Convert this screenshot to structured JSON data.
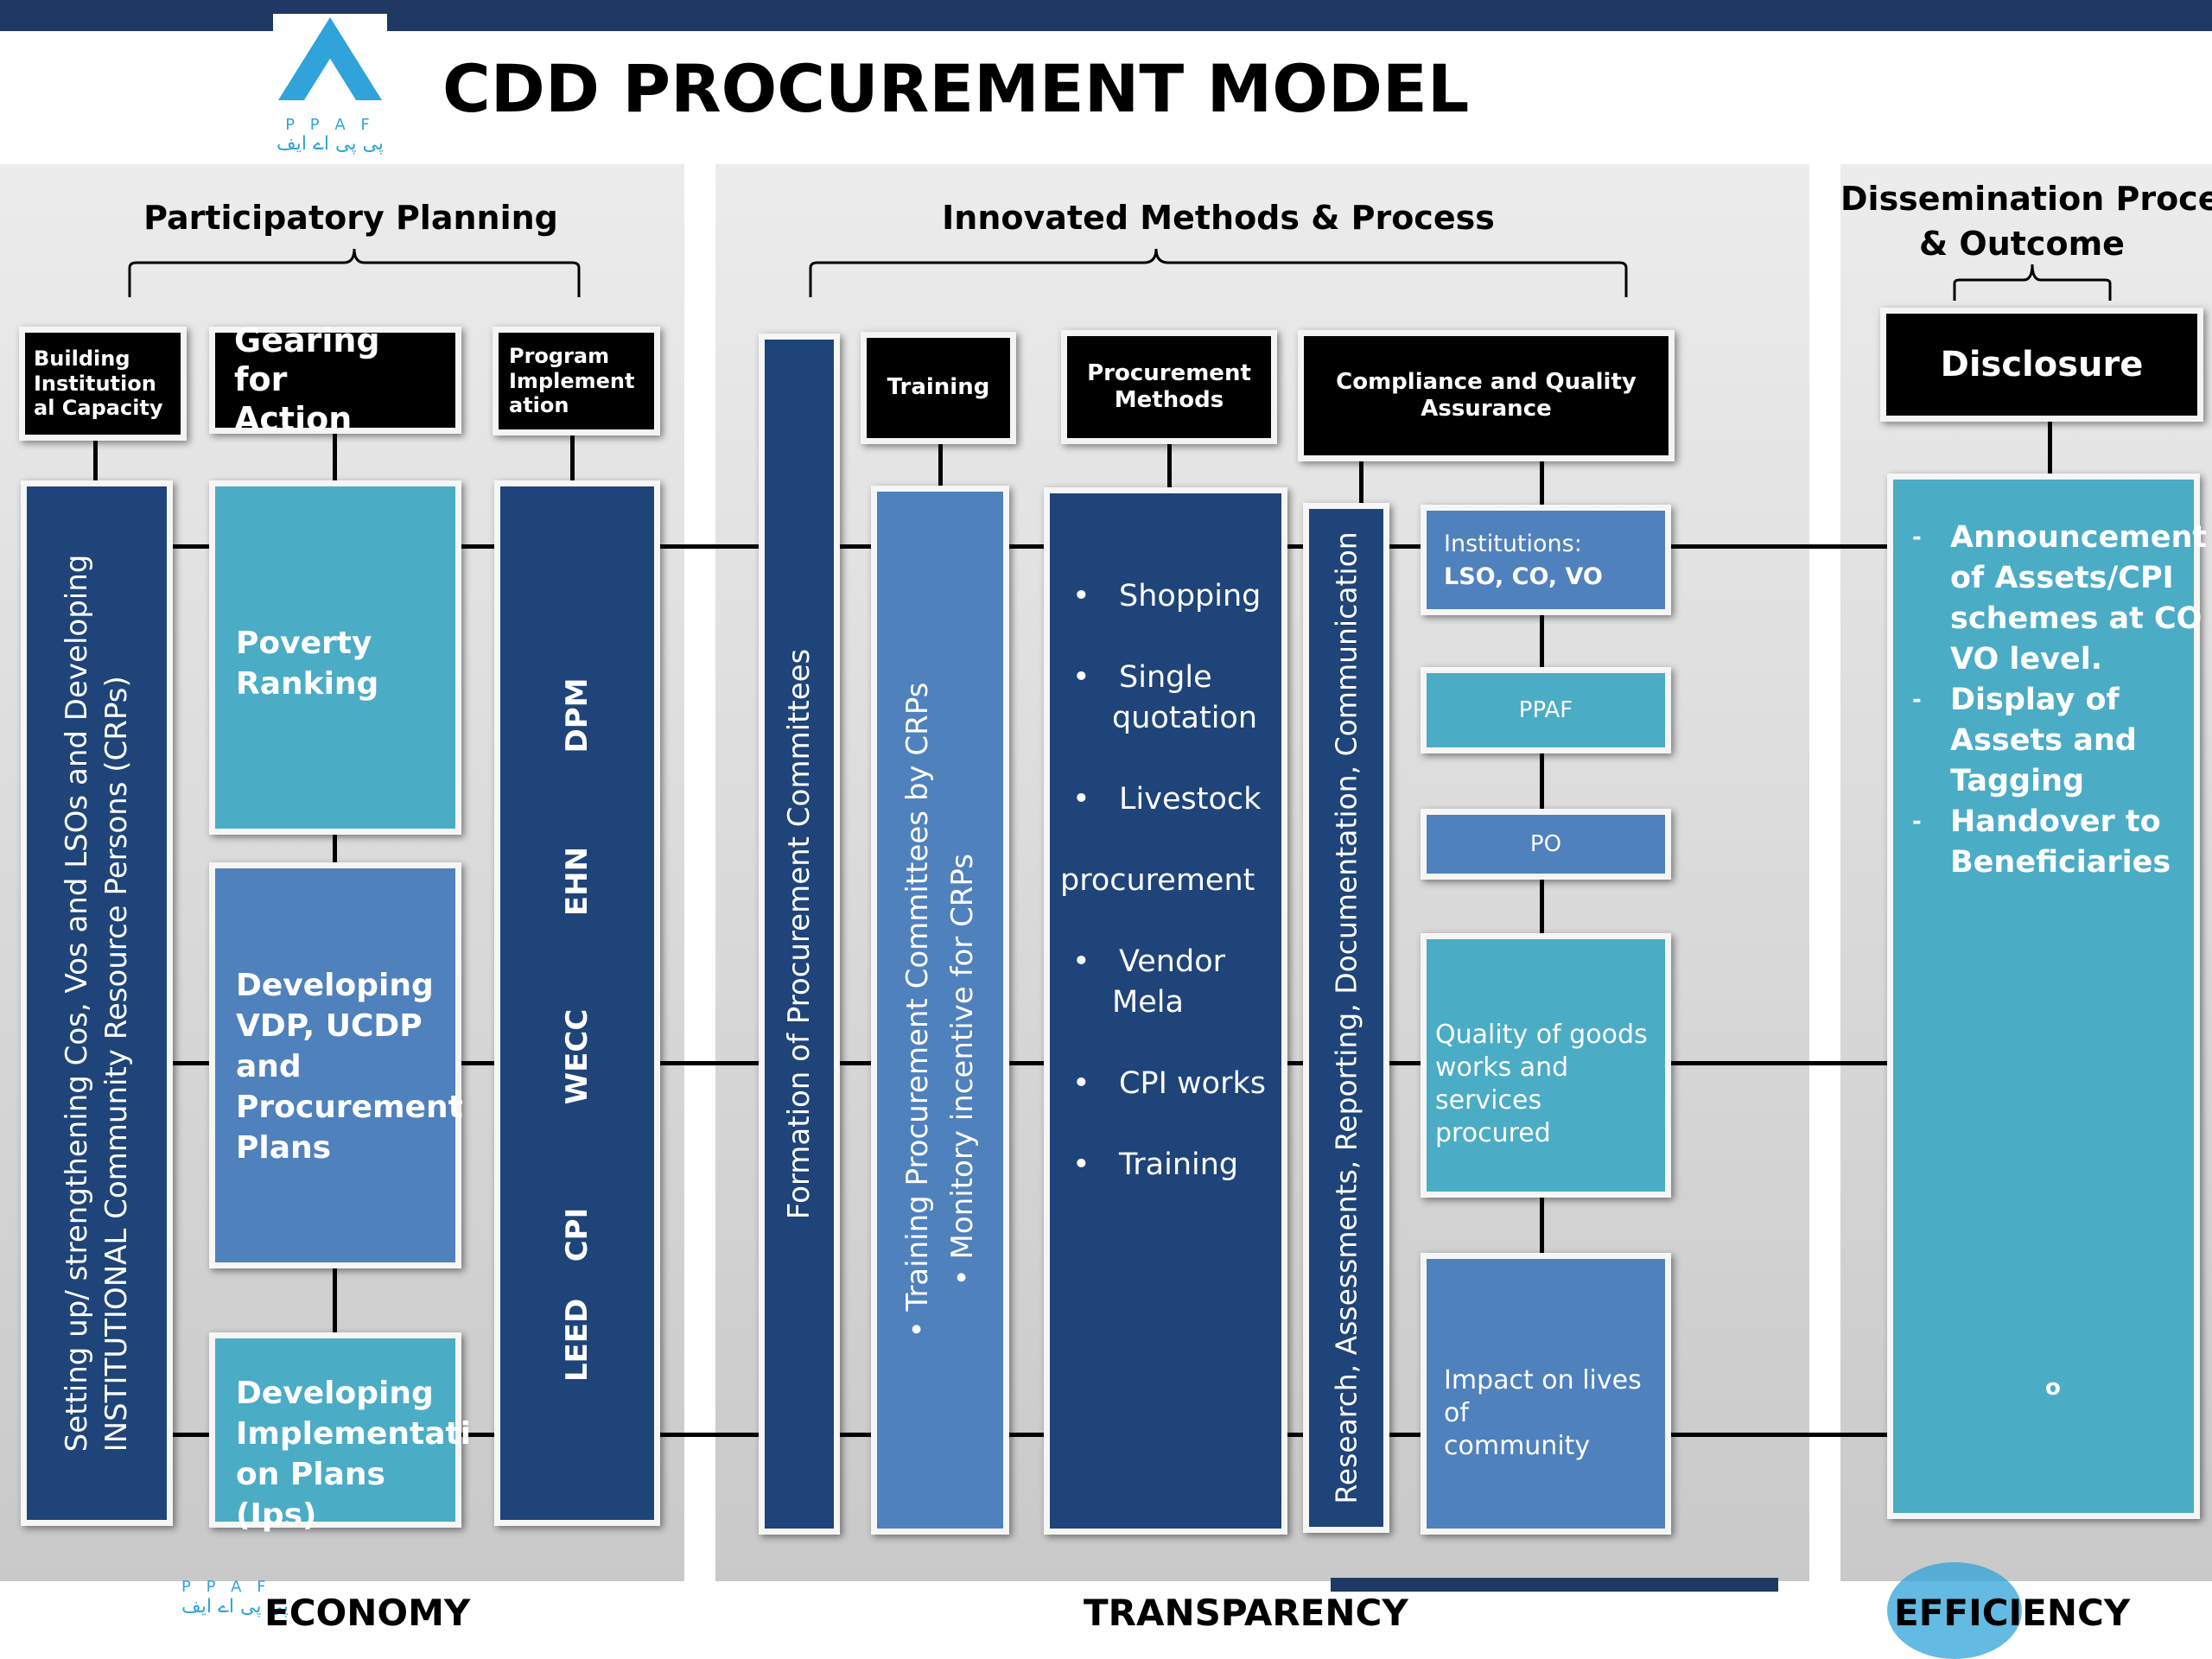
{
  "title": "CDD PROCUREMENT MODEL",
  "logo": {
    "letters": "P P A F",
    "urdu": "پی پی اے ایف"
  },
  "sections": {
    "planning": "Participatory Planning",
    "innovated": "Innovated Methods & Process",
    "dissemination_line1": "Dissemination Process",
    "dissemination_line2": "& Outcome"
  },
  "headers": {
    "building": [
      "Building",
      "Institution",
      "al Capacity"
    ],
    "gearing": [
      "Gearing for",
      "Action"
    ],
    "program": [
      "Program",
      "Implement",
      "ation"
    ],
    "training": "Training",
    "procurement": [
      "Procurement",
      "Methods"
    ],
    "compliance": [
      "Compliance and Quality",
      "Assurance"
    ],
    "disclosure": "Disclosure"
  },
  "columns": {
    "setting_up": [
      "Setting up/ strengthening Cos, Vos and LSOs  and Developing",
      "INSTITUTIONAL  Community Resource Persons (CRPs)"
    ],
    "poverty_ranking": [
      "Poverty",
      "Ranking"
    ],
    "developing_vdp": [
      "Developing",
      "VDP, UCDP",
      "and",
      "Procurement",
      "Plans"
    ],
    "developing_impl": [
      "Developing",
      "Implementati",
      "on Plans (Ips)"
    ],
    "programs": [
      "DPM",
      "EHN",
      "WECC",
      "CPI",
      "LEED"
    ],
    "formation": "Formation of Procurement Committees",
    "training_items": [
      "Training Procurement Committees by CRPs",
      "Monitory incentive for CRPs"
    ],
    "procurement_items": [
      "Shopping",
      "Single quotation",
      "Livestock",
      "procurement",
      "Vendor Mela",
      "CPI works",
      "Training"
    ],
    "research": "Research, Assessments, Reporting, Documentation, Communication",
    "institutions": [
      "Institutions:",
      "LSO, CO, VO"
    ],
    "ppaf": "PPAF",
    "po": "PO",
    "quality": [
      "Quality of goods",
      "works and services",
      "procured"
    ],
    "impact": [
      "Impact on lives of",
      "community"
    ],
    "disclosure_items": [
      "Announcement of Assets/CPI schemes at CO VO level.",
      "Display of Assets and Tagging",
      "Handover to Beneficiaries"
    ],
    "disclosure_dash": "-",
    "disclosure_circle": "o"
  },
  "footer": {
    "economy": "ECONOMY",
    "transparency": "TRANSPARENCY",
    "efficiency": "EFFICIENCY"
  },
  "colors": {
    "dark_blue": "#1e4479",
    "mid_blue": "#4f81bd",
    "teal": "#4bacc6",
    "top_bar": "#1f3864"
  }
}
